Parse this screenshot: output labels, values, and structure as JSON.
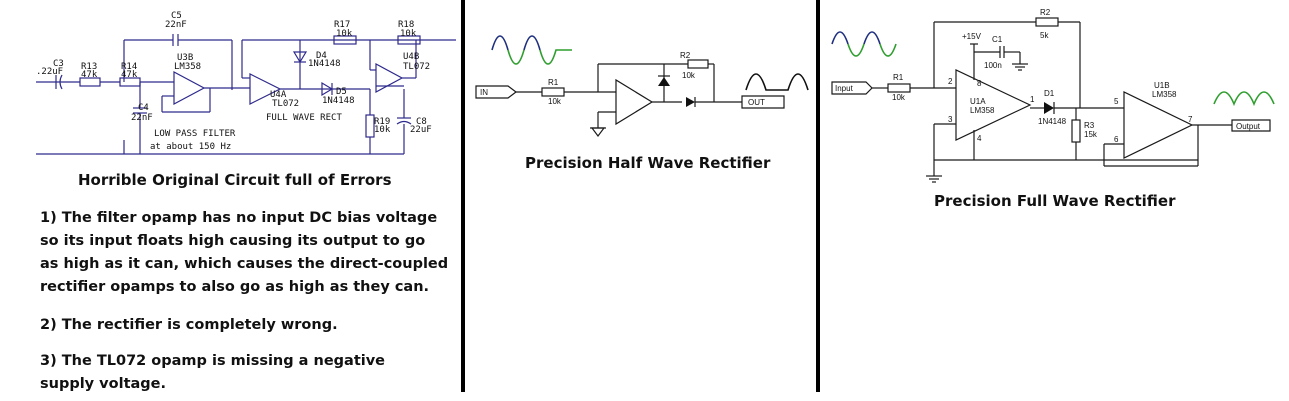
{
  "left_panel": {
    "title": "Horrible Original Circuit full of Errors",
    "errors": [
      "1) The filter opamp has no input DC bias voltage",
      "so its input floats high causing its output to go",
      "as high as it can, which causes the direct-coupled",
      "rectifier opamps to also go as high as they can.",
      "2) The rectifier is completely wrong.",
      "3) The TL072 opamp is missing a negative",
      "supply voltage."
    ],
    "labels": {
      "c5": "C5",
      "c5v": "22nF",
      "c3": "C3",
      "c3v": ".22uF",
      "r13": "R13",
      "r13v": "47k",
      "r14": "R14",
      "r14v": "47k",
      "u3b": "U3B",
      "u3bv": "LM358",
      "c4": "C4",
      "c4v": "22nF",
      "r17": "R17",
      "r17v": "10k",
      "r18": "R18",
      "r18v": "10k",
      "d4": "D4",
      "d4v": "1N4148",
      "d5": "D5",
      "d5v": "1N4148",
      "u4a": "U4A",
      "u4av": "TL072",
      "u4b": "U4B",
      "u4bv": "TL072",
      "r19": "R19",
      "r19v": "10k",
      "c8": "C8",
      "c8v": "22uF",
      "lpf1": "LOW PASS FILTER",
      "lpf2": "at about 150 Hz",
      "fwr": "FULL WAVE RECT"
    }
  },
  "middle_panel": {
    "title": "Precision Half Wave Rectifier",
    "labels": {
      "in": "IN",
      "out": "OUT",
      "r1": "R1",
      "r1v": "10k",
      "r2": "R2",
      "r2v": "10k"
    }
  },
  "right_panel": {
    "title": "Precision Full Wave Rectifier",
    "labels": {
      "input": "Input",
      "output": "Output",
      "r1": "R1",
      "r1v": "10k",
      "r2": "R2",
      "r2v": "5k",
      "r3": "R3",
      "r3v": "15k",
      "supply": "+15V",
      "c1": "C1",
      "c1v": "100n",
      "u1a": "U1A",
      "u1av": "LM358",
      "u1b": "U1B",
      "u1bv": "LM358",
      "d1": "D1",
      "d1v": "1N4148",
      "p8": "8",
      "p2": "2",
      "p3": "3",
      "p4": "4",
      "p1": "1",
      "p5": "5",
      "p6": "6",
      "p7": "7"
    }
  },
  "colors": {
    "divider": "#000000",
    "wire_left": "#2e2a8c",
    "sine_green": "#2f9e2f",
    "sine_blue": "#1f2f80"
  }
}
